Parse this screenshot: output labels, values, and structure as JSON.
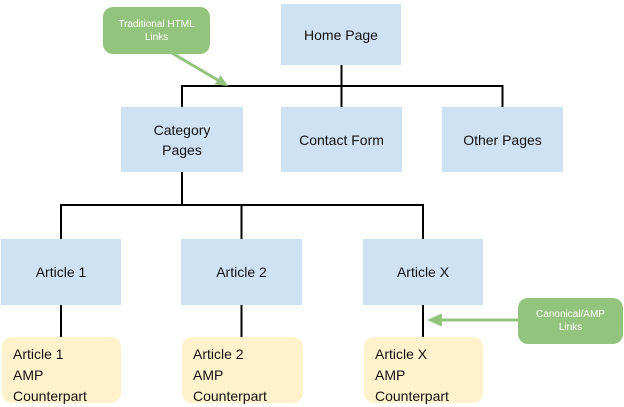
{
  "diagram": {
    "colors": {
      "background": "#ffffff",
      "page_box_fill": "#cfe2f3",
      "amp_box_fill": "#fff2cc",
      "annotation_fill": "#93c47d",
      "annotation_text": "#ffffff",
      "connector": "#000000",
      "node_text": "#111111"
    },
    "nodes": {
      "home": {
        "label": "Home Page"
      },
      "category": {
        "label": "Category\nPages"
      },
      "contact": {
        "label": "Contact Form"
      },
      "other": {
        "label": "Other Pages"
      },
      "article1": {
        "label": "Article 1"
      },
      "article2": {
        "label": "Article 2"
      },
      "articlex": {
        "label": "Article X"
      },
      "amp1": {
        "label": "Article 1\nAMP\nCounterpart"
      },
      "amp2": {
        "label": "Article 2\nAMP\nCounterpart"
      },
      "ampx": {
        "label": "Article X\nAMP\nCounterpart"
      }
    },
    "annotations": {
      "traditional_html_links": {
        "label": "Traditional HTML\nLinks"
      },
      "canonical_amp_links": {
        "label": "Canonical/AMP\nLinks"
      }
    }
  }
}
